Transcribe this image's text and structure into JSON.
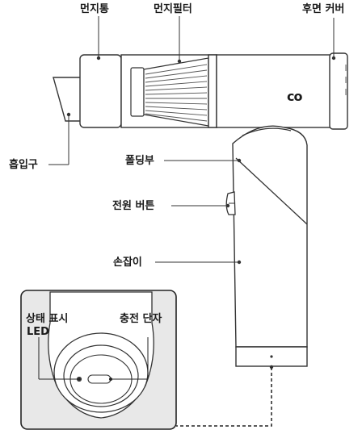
{
  "labels": {
    "dust_bin": "먼지통",
    "dust_filter": "먼지필터",
    "rear_cover": "후면 커버",
    "intake": "흡입구",
    "folding": "폴딩부",
    "power_button": "전원 버튼",
    "handle": "손잡이",
    "status_led_line1": "상태 표시",
    "status_led_line2": "LED",
    "charge_port": "충전 단자"
  },
  "logo": {
    "text": "co"
  }
}
